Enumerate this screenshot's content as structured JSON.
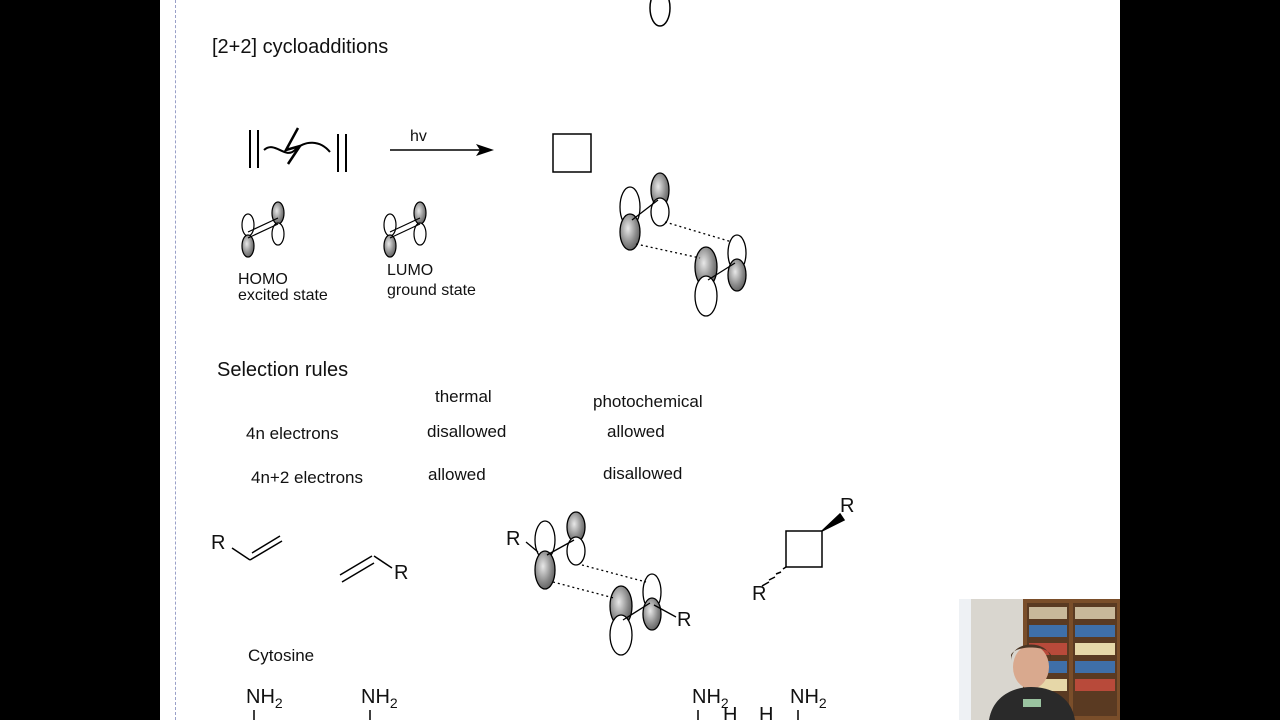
{
  "section_title": "[2+2] cycloadditions",
  "reaction": {
    "arrow_label": "hv"
  },
  "orbital_labels": {
    "homo_line1": "HOMO",
    "homo_line2": "excited state",
    "lumo_line1": "LUMO",
    "lumo_line2": "ground state"
  },
  "selection_rules": {
    "title": "Selection rules",
    "headers": [
      "thermal",
      "photochemical"
    ],
    "rows": [
      {
        "label": "4n electrons",
        "thermal": "disallowed",
        "photochemical": "allowed"
      },
      {
        "label": "4n+2 electrons",
        "thermal": "allowed",
        "photochemical": "disallowed"
      }
    ]
  },
  "substituent_labels": {
    "r": "R"
  },
  "cytosine": {
    "title": "Cytosine",
    "nh2": "NH",
    "nh2_sub": "2",
    "h": "H"
  },
  "webcam": {
    "description_icon": "presenter-webcam"
  }
}
